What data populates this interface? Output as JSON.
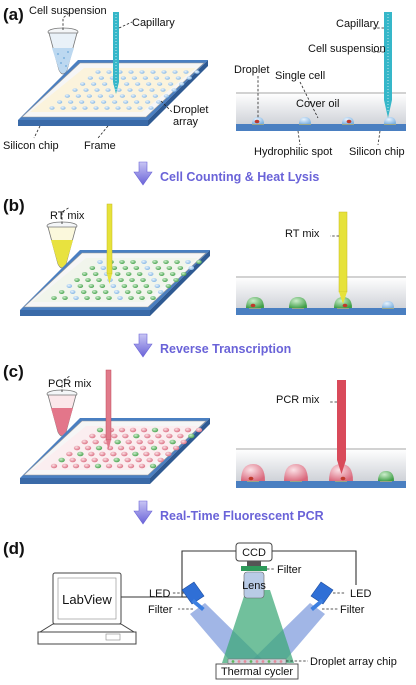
{
  "panels": {
    "a": {
      "tag": "(a)",
      "left": {
        "cell_suspension": "Cell suspension",
        "capillary": "Capillary",
        "droplet_array": "Droplet\narray",
        "silicon_chip": "Silicon chip",
        "frame": "Frame"
      },
      "right": {
        "capillary": "Capillary",
        "cell_suspension": "Cell suspension",
        "droplet": "Droplet",
        "single_cell": "Single cell",
        "cover_oil": "Cover oil",
        "hydrophilic_spot": "Hydrophilic spot",
        "silicon_chip": "Silicon chip"
      }
    },
    "b": {
      "tag": "(b)",
      "reagent_left": "RT mix",
      "reagent_right": "RT mix"
    },
    "c": {
      "tag": "(c)",
      "reagent_left": "PCR mix",
      "reagent_right": "PCR mix"
    },
    "d": {
      "tag": "(d)",
      "ccd": "CCD",
      "filter_top": "Filter",
      "lens": "Lens",
      "led_left": "LED",
      "led_right": "LED",
      "filter_left": "Filter",
      "filter_right": "Filter",
      "labview": "LabView",
      "chip": "Droplet array chip",
      "thermal_cycler": "Thermal cycler"
    }
  },
  "steps": [
    "Cell Counting & Heat Lysis",
    "Reverse Transcription",
    "Real-Time Fluorescent PCR"
  ],
  "colors": {
    "chip_blue": "#4a7fc1",
    "droplet_blue": "#9cc6ee",
    "droplet_green": "#5cb85c",
    "droplet_red": "#e58a9a",
    "capillary_cyan": "#36b7c9",
    "capillary_yellow": "#e6e23a",
    "capillary_red": "#d94a5a",
    "beam_blue": "#6f8fd8",
    "beam_green": "#3aa876",
    "step_arrow": "#6a63d8"
  }
}
